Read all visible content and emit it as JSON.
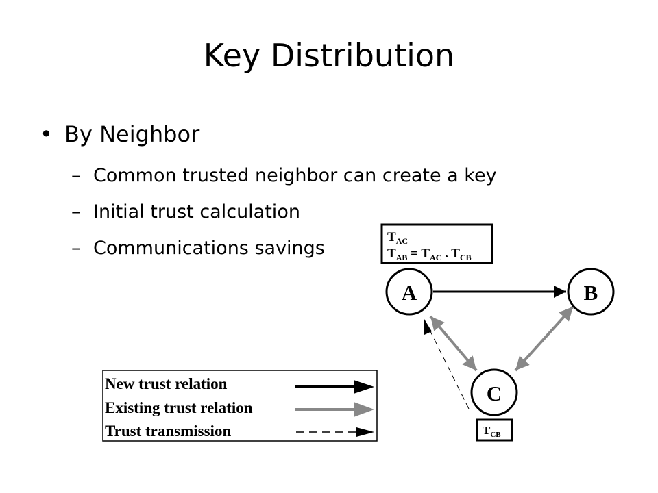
{
  "slide": {
    "title": "Key Distribution",
    "bullet": "By Neighbor",
    "sub_items": [
      "Common trusted neighbor can create a key",
      "Initial trust calculation",
      "Communications savings"
    ]
  },
  "diagram": {
    "nodes": {
      "a": "A",
      "b": "B",
      "c": "C"
    },
    "formula_box": {
      "line1_T": "T",
      "line1_sub": "AC",
      "line2_T1": "T",
      "line2_sub1": "AB",
      "line2_eq": " = ",
      "line2_T2": "T",
      "line2_sub2": "AC",
      "line2_dot": " . ",
      "line2_T3": "T",
      "line2_sub3": "CB"
    },
    "tcb_box": {
      "T": "T",
      "sub": "CB"
    },
    "legend": {
      "new": "New trust relation",
      "existing": "Existing trust relation",
      "transmission": "Trust transmission"
    },
    "colors": {
      "new": "#000000",
      "existing": "#888888",
      "transmission": "#000000"
    }
  }
}
